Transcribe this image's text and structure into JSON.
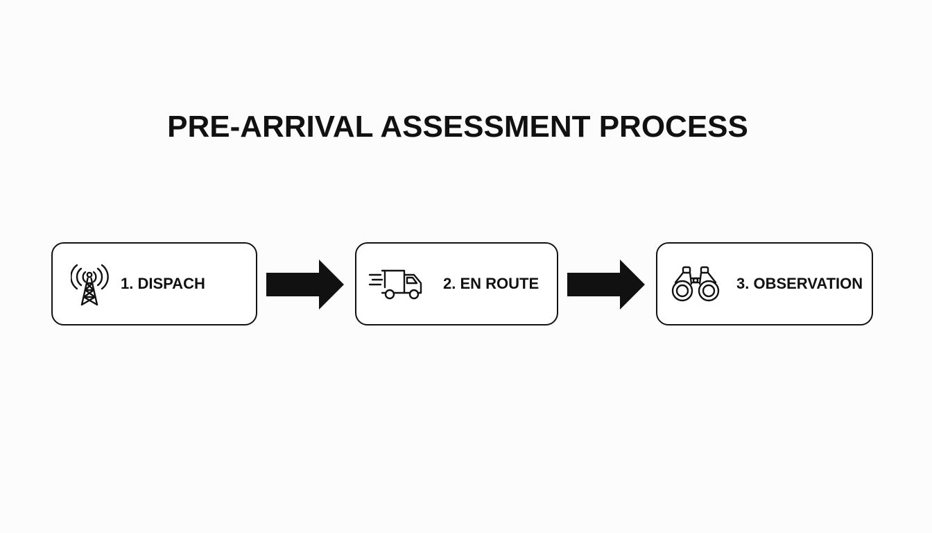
{
  "diagram": {
    "title": "PRE-ARRIVAL ASSESSMENT PROCESS",
    "steps": [
      {
        "label": "1. DISPACH",
        "icon": "radio-tower-icon"
      },
      {
        "label": "2. EN ROUTE",
        "icon": "delivery-truck-icon"
      },
      {
        "label": "3. OBSERVATION",
        "icon": "binoculars-icon"
      }
    ],
    "connectors": [
      "arrow-right",
      "arrow-right"
    ],
    "colors": {
      "background": "#fcfcfc",
      "stroke": "#111111",
      "box_fill": "#ffffff"
    }
  }
}
